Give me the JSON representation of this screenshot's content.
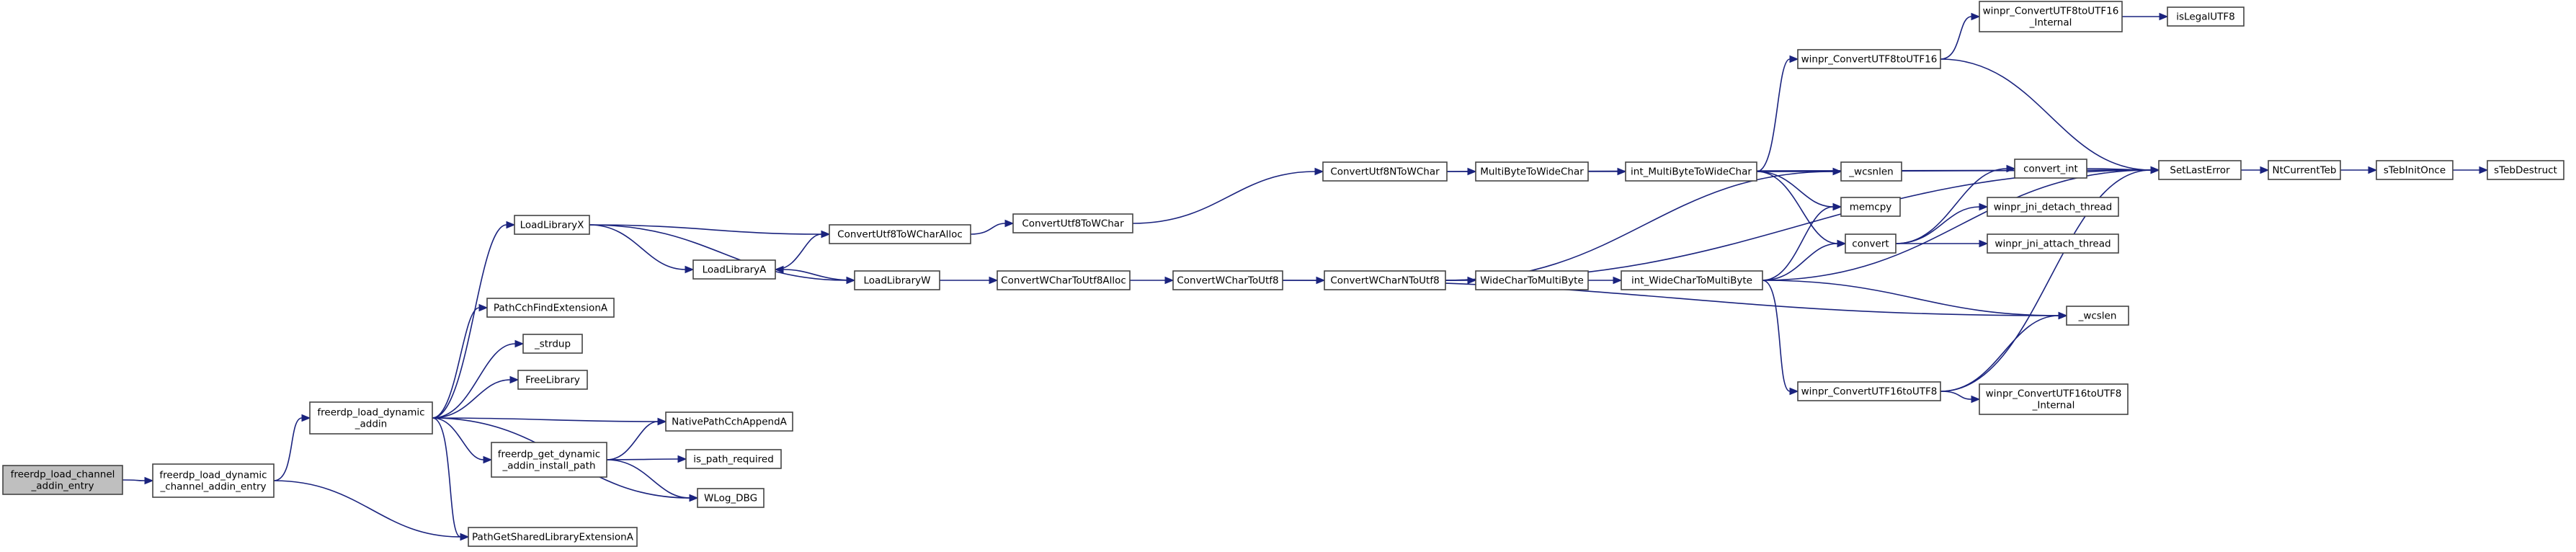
{
  "nodes": [
    {
      "id": "root",
      "lines": [
        "freerdp_load_channel",
        "_addin_entry"
      ],
      "highlight": true
    },
    {
      "id": "dyn_entry",
      "lines": [
        "freerdp_load_dynamic",
        "_channel_addin_entry"
      ]
    },
    {
      "id": "dyn_addin",
      "lines": [
        "freerdp_load_dynamic",
        "_addin"
      ]
    },
    {
      "id": "get_install",
      "lines": [
        "freerdp_get_dynamic",
        "_addin_install_path"
      ]
    },
    {
      "id": "loadlibx",
      "lines": [
        "LoadLibraryX"
      ]
    },
    {
      "id": "pathcch",
      "lines": [
        "PathCchFindExtensionA"
      ]
    },
    {
      "id": "strdup",
      "lines": [
        "_strdup"
      ]
    },
    {
      "id": "freelib",
      "lines": [
        "FreeLibrary"
      ]
    },
    {
      "id": "nativepath",
      "lines": [
        "NativePathCchAppendA"
      ]
    },
    {
      "id": "ispath",
      "lines": [
        "is_path_required"
      ]
    },
    {
      "id": "wlog",
      "lines": [
        "WLog_DBG"
      ]
    },
    {
      "id": "pathshared",
      "lines": [
        "PathGetSharedLibraryExtensionA"
      ]
    },
    {
      "id": "loadliba",
      "lines": [
        "LoadLibraryA"
      ]
    },
    {
      "id": "cu8wca",
      "lines": [
        "ConvertUtf8ToWCharAlloc"
      ]
    },
    {
      "id": "cu8wc",
      "lines": [
        "ConvertUtf8ToWChar"
      ]
    },
    {
      "id": "loadlibw",
      "lines": [
        "LoadLibraryW"
      ]
    },
    {
      "id": "cwcu8a",
      "lines": [
        "ConvertWCharToUtf8Alloc"
      ]
    },
    {
      "id": "cwcu8",
      "lines": [
        "ConvertWCharToUtf8"
      ]
    },
    {
      "id": "cu8n",
      "lines": [
        "ConvertUtf8NToWChar"
      ]
    },
    {
      "id": "cwcn",
      "lines": [
        "ConvertWCharNToUtf8"
      ]
    },
    {
      "id": "mb2wc",
      "lines": [
        "MultiByteToWideChar"
      ]
    },
    {
      "id": "wc2mb",
      "lines": [
        "WideCharToMultiByte"
      ]
    },
    {
      "id": "int_mb",
      "lines": [
        "int_MultiByteToWideChar"
      ]
    },
    {
      "id": "int_wc",
      "lines": [
        "int_WideCharToMultiByte"
      ]
    },
    {
      "id": "wu8to16",
      "lines": [
        "winpr_ConvertUTF8toUTF16"
      ]
    },
    {
      "id": "wu8to16i",
      "lines": [
        "winpr_ConvertUTF8toUTF16",
        "_Internal"
      ]
    },
    {
      "id": "islegal",
      "lines": [
        "isLegalUTF8"
      ]
    },
    {
      "id": "wcsnlen",
      "lines": [
        "_wcsnlen"
      ]
    },
    {
      "id": "memcpy",
      "lines": [
        "memcpy"
      ]
    },
    {
      "id": "convert",
      "lines": [
        "convert"
      ]
    },
    {
      "id": "convert_int",
      "lines": [
        "convert_int"
      ]
    },
    {
      "id": "jni_detach",
      "lines": [
        "winpr_jni_detach_thread"
      ]
    },
    {
      "id": "jni_attach",
      "lines": [
        "winpr_jni_attach_thread"
      ]
    },
    {
      "id": "wcslen",
      "lines": [
        "_wcslen"
      ]
    },
    {
      "id": "wu16to8",
      "lines": [
        "winpr_ConvertUTF16toUTF8"
      ]
    },
    {
      "id": "wu16to8i",
      "lines": [
        "winpr_ConvertUTF16toUTF8",
        "_Internal"
      ]
    },
    {
      "id": "setlast",
      "lines": [
        "SetLastError"
      ]
    },
    {
      "id": "ntteb",
      "lines": [
        "NtCurrentTeb"
      ]
    },
    {
      "id": "steb",
      "lines": [
        "sTebInitOnce"
      ]
    },
    {
      "id": "stebd",
      "lines": [
        "sTebDestruct"
      ]
    }
  ],
  "edges": [
    [
      "root",
      "dyn_entry"
    ],
    [
      "dyn_entry",
      "dyn_addin"
    ],
    [
      "dyn_entry",
      "pathshared"
    ],
    [
      "dyn_addin",
      "loadlibx"
    ],
    [
      "dyn_addin",
      "pathcch"
    ],
    [
      "dyn_addin",
      "strdup"
    ],
    [
      "dyn_addin",
      "freelib"
    ],
    [
      "dyn_addin",
      "nativepath"
    ],
    [
      "dyn_addin",
      "get_install"
    ],
    [
      "dyn_addin",
      "wlog"
    ],
    [
      "dyn_addin",
      "pathshared"
    ],
    [
      "get_install",
      "nativepath"
    ],
    [
      "get_install",
      "ispath"
    ],
    [
      "get_install",
      "wlog"
    ],
    [
      "loadlibx",
      "loadliba"
    ],
    [
      "loadlibx",
      "cu8wca"
    ],
    [
      "loadlibx",
      "loadlibw"
    ],
    [
      "loadliba",
      "cu8wca"
    ],
    [
      "loadlibw",
      "loadliba"
    ],
    [
      "loadlibw",
      "cwcu8a"
    ],
    [
      "cu8wca",
      "cu8wc"
    ],
    [
      "cu8wc",
      "cu8n"
    ],
    [
      "cwcu8a",
      "cwcu8"
    ],
    [
      "cwcu8",
      "cwcn"
    ],
    [
      "cwcu8",
      "wcslen"
    ],
    [
      "cu8n",
      "mb2wc"
    ],
    [
      "cu8n",
      "setlast"
    ],
    [
      "cwcn",
      "wc2mb"
    ],
    [
      "cwcn",
      "wcsnlen"
    ],
    [
      "cwcn",
      "setlast"
    ],
    [
      "mb2wc",
      "int_mb"
    ],
    [
      "wc2mb",
      "int_wc"
    ],
    [
      "int_mb",
      "wu8to16"
    ],
    [
      "int_mb",
      "wcsnlen"
    ],
    [
      "int_mb",
      "memcpy"
    ],
    [
      "int_mb",
      "convert"
    ],
    [
      "int_mb",
      "setlast"
    ],
    [
      "int_wc",
      "memcpy"
    ],
    [
      "int_wc",
      "convert"
    ],
    [
      "int_wc",
      "wcslen"
    ],
    [
      "int_wc",
      "wu16to8"
    ],
    [
      "int_wc",
      "setlast"
    ],
    [
      "wu8to16",
      "wu8to16i"
    ],
    [
      "wu8to16",
      "setlast"
    ],
    [
      "wu8to16i",
      "islegal"
    ],
    [
      "convert",
      "convert_int"
    ],
    [
      "convert",
      "jni_detach"
    ],
    [
      "convert",
      "jni_attach"
    ],
    [
      "convert_int",
      "setlast"
    ],
    [
      "wu16to8",
      "wu16to8i"
    ],
    [
      "wu16to8",
      "wcslen"
    ],
    [
      "wu16to8",
      "setlast"
    ],
    [
      "setlast",
      "ntteb"
    ],
    [
      "ntteb",
      "steb"
    ],
    [
      "steb",
      "stebd"
    ]
  ]
}
